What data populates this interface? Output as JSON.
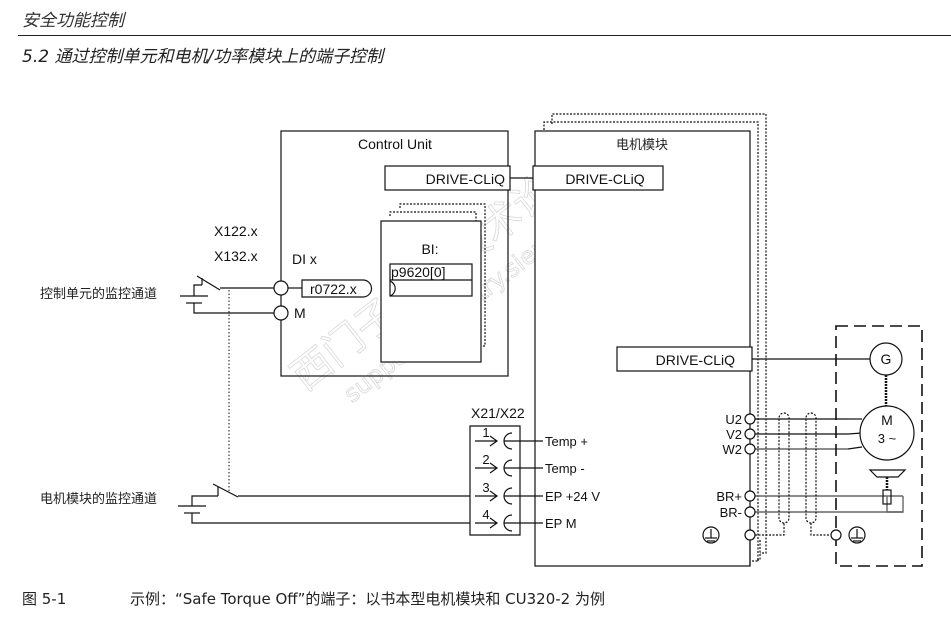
{
  "header": {
    "section": "安全功能控制",
    "subsection": "5.2 通过控制单元和电机/功率模块上的端子控制"
  },
  "diagram": {
    "control_unit": {
      "title": "Control Unit",
      "drive_cliq": "DRIVE-CLiQ",
      "terminal_a": "X122.x",
      "terminal_b": "X132.x",
      "di_label": "DI x",
      "m_label": "M",
      "param_out": "r0722.x",
      "bi_label": "BI:",
      "bi_param": "p9620[0]"
    },
    "motor_module": {
      "title": "电机模块",
      "drive_cliq_top": "DRIVE-CLiQ",
      "drive_cliq_encoder": "DRIVE-CLiQ",
      "connector": "X21/X22",
      "pins": [
        {
          "num": "1",
          "label": "Temp +"
        },
        {
          "num": "2",
          "label": "Temp -"
        },
        {
          "num": "3",
          "label": "EP +24 V"
        },
        {
          "num": "4",
          "label": "EP M"
        }
      ],
      "outputs": [
        "U2",
        "V2",
        "W2",
        "BR+",
        "BR-"
      ]
    },
    "motor": {
      "encoder": "G",
      "motor": "M",
      "phases": "3 ~"
    },
    "channels": {
      "cu_monitoring": "控制单元的监控通道",
      "mm_monitoring": "电机模块的监控通道"
    },
    "watermark": {
      "cn": "西门子工业技术论坛",
      "url": "support.industry.siemens.com/cs"
    }
  },
  "caption": {
    "figure_no": "图 5-1",
    "text": "示例：“Safe Torque Off”的端子：以书本型电机模块和 CU320-2 为例"
  }
}
